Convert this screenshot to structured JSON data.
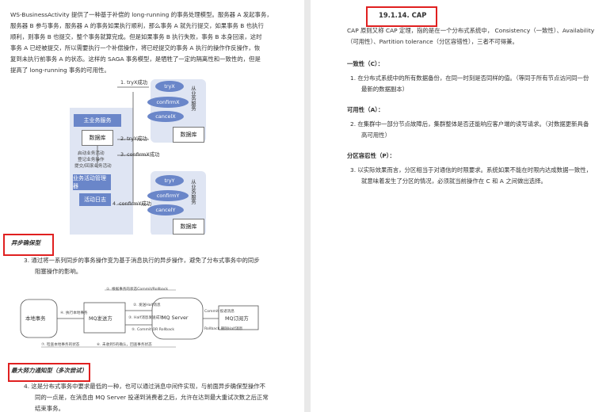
{
  "left": {
    "intro": [
      "WS-BusinessActivity 提供了一种基于补偿的 long-running 的事务处理模型。服务器 A 发起事务，",
      "服务器 B 参与事务，服务器 A 的事务如果执行顺利，那么事务 A 就先行提交，如果事务 B 也执行",
      "顺利，则事务 B 也提交，整个事务就算完成。但是如果事务 B 执行失败，事务 B 本身回滚，这时",
      "事务 A 已经被提交，所以需要执行一个补偿操作，将已经提交的事务 A 执行的操作作反操作，恢",
      "复到未执行前事务 A 的状态。这样的 SAGA 事务模型，是牺牲了一定的隔离性和一致性的，但是",
      "提高了 long-running 事务的可用性。"
    ],
    "diagram1": {
      "main_service": "主业务服务",
      "db": "数据库",
      "notes": [
        "启动业务活动",
        "登记业务操作",
        "提交/回滚业务活动"
      ],
      "activity_manager": "业务活动管理器",
      "activity_log": "活动日志",
      "steps": [
        "1. tryX成功",
        "2. tryY成功",
        "3. confirmX成功",
        "4. confirmY成功"
      ],
      "x_ops": [
        "tryX",
        "confirmX",
        "cancelX"
      ],
      "y_ops": [
        "tryY",
        "confirmY",
        "cancelY"
      ],
      "sub_service_label": "从业务服务",
      "sub_db": "数据库"
    },
    "section_async": "异步确保型",
    "item3": [
      "3. 通过将一系列同步的事务操作变为基于消息执行的异步操作，避免了分布式事务中的同步",
      "阻塞操作的影响。"
    ],
    "diagram2": {
      "local_tx": "本地事务",
      "mq_sender": "MQ发送方",
      "mq_server": "MQ Server",
      "mq_subscriber": "MQ订阅方",
      "labels": [
        "①. 根据事务的状态Commit/Rollback",
        "②. 发送Half消息",
        "③. Half消息发送成功",
        "④. 执行本地事务",
        "⑤. Commit OR Rollback",
        "⑥. 未收到5的确认，回查事务状态",
        "⑦. 检查本地事务的状态",
        "Commit 投递消息",
        "Rollback 删除Half消息"
      ]
    },
    "section_max": "最大努力通知型（多次尝试）",
    "item4": [
      "4. 这是分布式事务中要求最低的一种，也可以通过消息中间件实现，与前面异步确保型操作不",
      "同的一点是，在消息由 MQ Server 投递到消费者之后，允许在达到最大重试次数之后正常",
      "结束事务。"
    ]
  },
  "right": {
    "title": "19.1.14.  CAP",
    "intro": [
      "CAP 原则又称 CAP 定理，指的是在一个分布式系统中，  Consistency（一致性）、Availability",
      "（可用性）、Partition tolerance（分区容错性），三者不可得兼。"
    ],
    "c_title": "一致性（C）：",
    "c_items": [
      "1.  在分布式系统中的所有数据备份，在同一时刻是否同样的值。（等同于所有节点访问同一份",
      "最新的数据副本）"
    ],
    "a_title": "可用性（A）：",
    "a_items": [
      "2.  在集群中一部分节点故障后，集群整体是否还能响应客户端的读写请求。（对数据更新具备",
      "高可用性）"
    ],
    "p_title": "分区容忍性（P）：",
    "p_items": [
      "3.  以实际效果而言，分区相当于对通信的时限要求。系统如果不能在时限内达成数据一致性，",
      "就意味着发生了分区的情况，必须就当前操作在 C 和 A 之间做出选择。"
    ]
  },
  "colors": {
    "highlight": "#e02020",
    "diagram_blue": "#6a86c9",
    "diagram_light": "#c5cfea"
  }
}
